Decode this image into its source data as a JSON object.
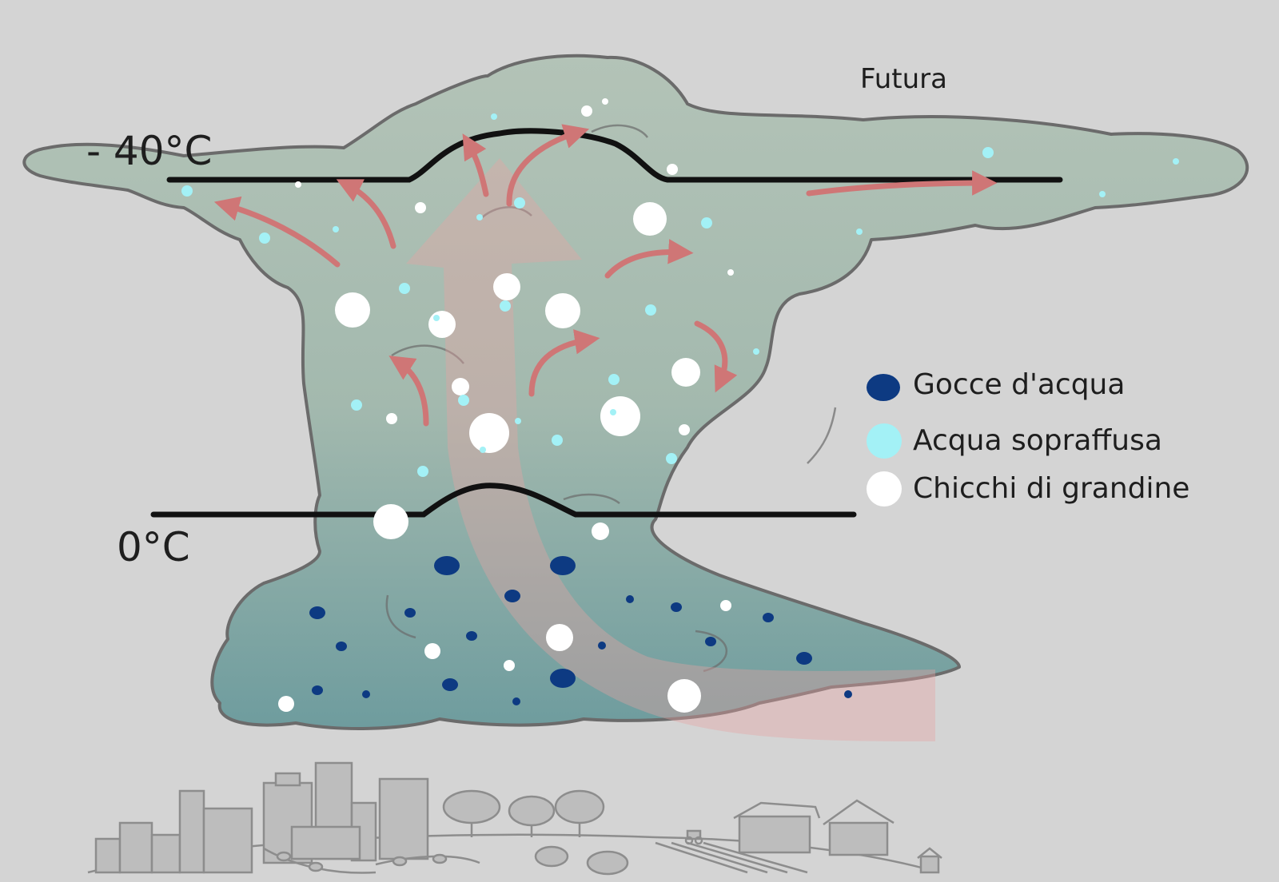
{
  "brand": "Futura",
  "isotherms": {
    "top_label": "- 40°C",
    "bottom_label": "0°C"
  },
  "legend": [
    {
      "label": "Gocce d'acqua",
      "color": "#0d3a82"
    },
    {
      "label": "Acqua sopraffusa",
      "color": "#a3f1f6"
    },
    {
      "label": "Chicchi di grandine",
      "color": "#ffffff"
    }
  ],
  "colors": {
    "background": "#d4d4d4",
    "cloud_top": "#b3c3b7",
    "cloud_bottom": "#6e9c9e",
    "cloud_outline": "#6b6b6b",
    "isotherm_line": "#111111",
    "arrow": "#cf7676",
    "updraft": "#e8a3a3",
    "water_drop": "#0d3a82",
    "supercooled": "#a3f1f6",
    "hail": "#ffffff",
    "landscape": "#8d8d8d"
  }
}
